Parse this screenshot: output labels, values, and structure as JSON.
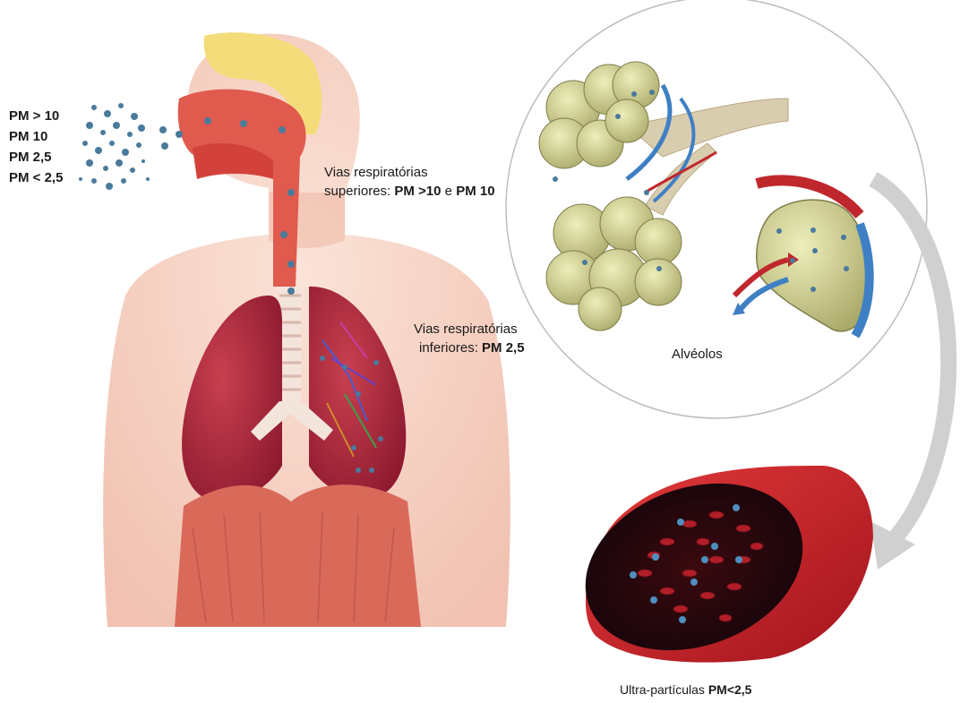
{
  "particle_labels": [
    "PM > 10",
    "PM 10",
    "PM 2,5",
    "PM < 2,5"
  ],
  "upper_airways": {
    "line1": "Vias respiratórias",
    "prefix": "superiores: ",
    "bold1": "PM >10",
    "joiner": " e ",
    "bold2": "PM 10"
  },
  "lower_airways": {
    "line1": "Vias respiratórias",
    "prefix": "inferiores: ",
    "bold": "PM 2,5"
  },
  "alveoli_label": "Alvéolos",
  "bloodstream": {
    "prefix": "Ultra-partículas ",
    "bold": "PM<2,5"
  },
  "colors": {
    "skin": "#f6d2c4",
    "airway": "#e05a4e",
    "lung_dark": "#a8223a",
    "lung_light": "#c4394a",
    "diaphragm": "#d96a5a",
    "nasal_bone": "#f4dc7a",
    "particle": "#4a7a9c",
    "alveolus": "#cfcf8a",
    "vessel_red": "#c0272d",
    "vessel_blue": "#3f7fc4",
    "arrow_gray": "#d0d0d0",
    "circle_stroke": "#bdbdbd"
  }
}
